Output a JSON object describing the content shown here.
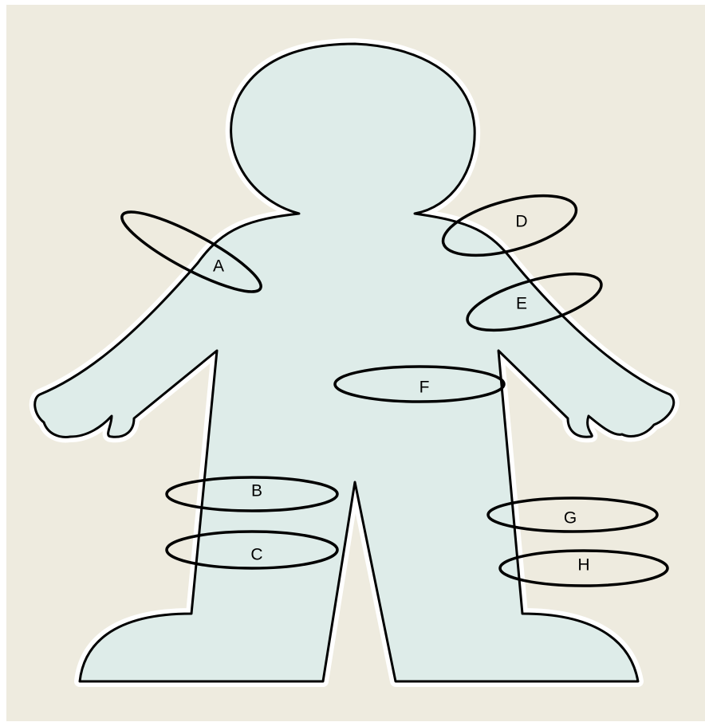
{
  "colors": {
    "page_background": "#ffffff",
    "panel_background": "#eeebdf",
    "body_fill": "#deece9",
    "body_halo": "#ffffff",
    "outline": "#000000"
  },
  "labels": {
    "a": "A",
    "b": "B",
    "c": "C",
    "d": "D",
    "e": "E",
    "f": "F",
    "g": "G",
    "h": "H"
  }
}
